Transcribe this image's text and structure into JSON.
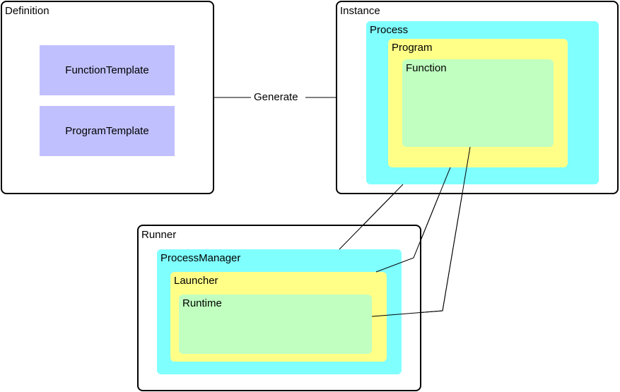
{
  "colors": {
    "border": "#000000",
    "cyan": "#80ffff",
    "yellow": "#ffff88",
    "green": "#c0ffc0",
    "purple": "#c0c0ff"
  },
  "definition": {
    "title": "Definition",
    "items": [
      {
        "label": "FunctionTemplate"
      },
      {
        "label": "ProgramTemplate"
      }
    ]
  },
  "instance": {
    "title": "Instance",
    "process": {
      "label": "Process"
    },
    "program": {
      "label": "Program"
    },
    "function": {
      "label": "Function"
    }
  },
  "runner": {
    "title": "Runner",
    "process_manager": {
      "label": "ProcessManager"
    },
    "launcher": {
      "label": "Launcher"
    },
    "runtime": {
      "label": "Runtime"
    }
  },
  "edges": {
    "generate_label": "Generate"
  }
}
